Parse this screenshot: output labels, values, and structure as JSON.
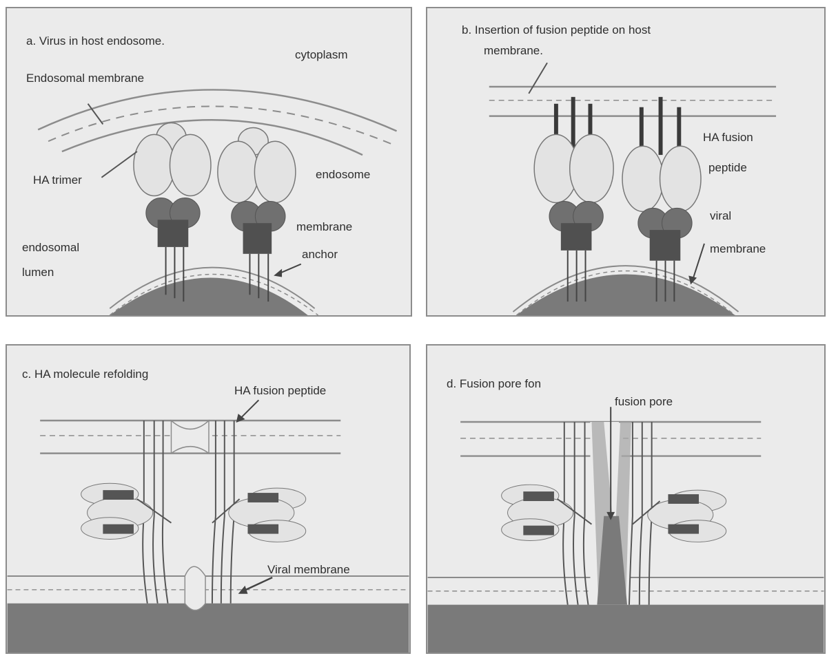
{
  "colors": {
    "panel_bg": "#ebebeb",
    "panel_border": "#8c8c8c",
    "line": "#6f6f6f",
    "ha_head_fill": "#e3e3e3",
    "ha_stem_fill": "#707070",
    "ha_stem_dark": "#505050",
    "viral_fill": "#7a7a7a",
    "membrane_gray": "#a8a8a8",
    "peptide_dark": "#3a3a3a"
  },
  "panels": {
    "a": {
      "title": "a. Virus in host endosome.",
      "label_cytoplasm": "cytoplasm",
      "label_endosomal_membrane": "Endosomal membrane",
      "label_ha_trimer": "HA trimer",
      "label_endosome": "endosome",
      "label_membrane_anchor_1": "membrane",
      "label_membrane_anchor_2": "anchor",
      "label_lumen_1": "endosomal",
      "label_lumen_2": "lumen"
    },
    "b": {
      "title_line1": "b. Insertion of fusion peptide on host",
      "title_line2": "membrane.",
      "label_ha_fusion_1": "HA fusion",
      "label_ha_fusion_2": "peptide",
      "label_viral_1": "viral",
      "label_viral_2": "membrane"
    },
    "c": {
      "title": "c. HA molecule refolding",
      "label_ha_fusion": "HA fusion peptide",
      "label_viral_membrane": "Viral membrane"
    },
    "d": {
      "title": "d. Fusion pore fon",
      "label_fusion_pore": "fusion pore"
    }
  }
}
